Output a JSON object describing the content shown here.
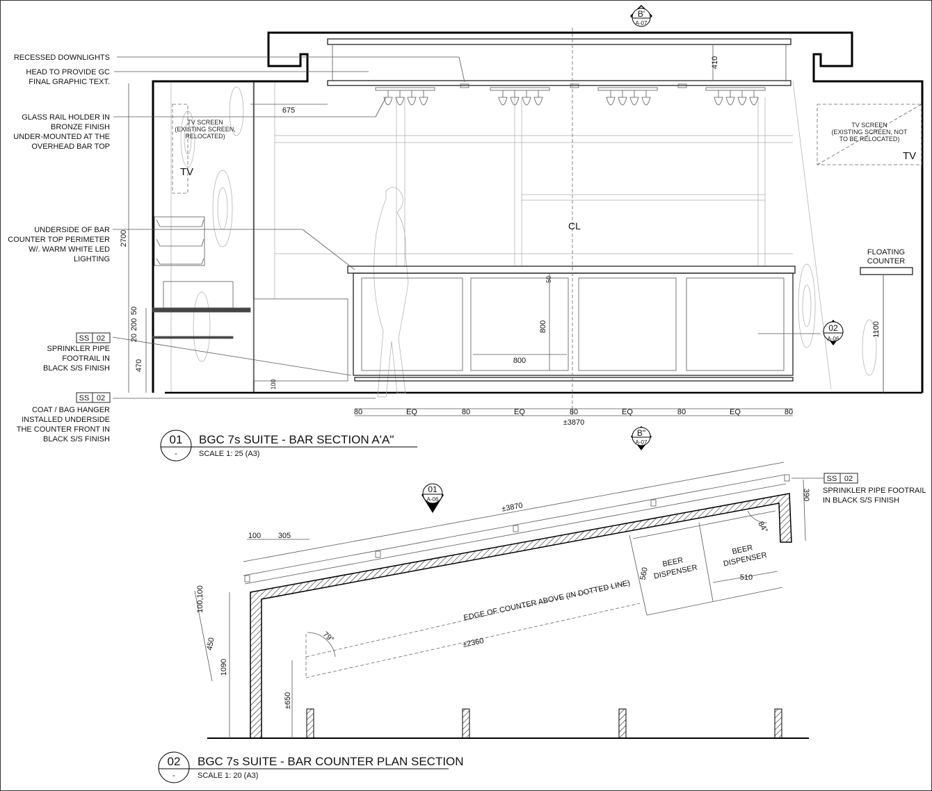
{
  "section_a": {
    "title_num": "01",
    "title_sub": "-",
    "title": "BGC 7s SUITE - BAR SECTION A'A\"",
    "scale": "SCALE 1: 25  (A3)",
    "notes": {
      "downlights": "RECESSED DOWNLIGHTS",
      "head_1": "HEAD TO PROVIDE GC",
      "head_2": "FINAL GRAPHIC TEXT.",
      "glass_1": "GLASS RAIL HOLDER IN",
      "glass_2": "BRONZE FINISH",
      "glass_3": "UNDER-MOUNTED AT THE",
      "glass_4": "OVERHEAD BAR TOP",
      "under_1": "UNDERSIDE OF BAR",
      "under_2": "COUNTER TOP PERIMETER",
      "under_3": "W/. WARM WHITE LED",
      "under_4": "LIGHTING",
      "sprinkler_1": "SPRINKLER PIPE",
      "sprinkler_2": "FOOTRAIL IN",
      "sprinkler_3": "BLACK S/S FINISH",
      "coat_1": "COAT / BAG HANGER",
      "coat_2": "INSTALLED UNDERSIDE",
      "coat_3": "THE COUNTER FRONT IN",
      "coat_4": "BLACK S/S FINISH",
      "tv_left_1": "TV SCREEN",
      "tv_left_2": "(EXISTING SCREEN,",
      "tv_left_3": "RELOCATED)",
      "tv_right_1": "TV SCREEN",
      "tv_right_2": "(EXISTING SCREEN, NOT",
      "tv_right_3": "TO BE RELOCATED)",
      "tv": "TV",
      "floating_1": "FLOATING",
      "floating_2": "COUNTER",
      "centerline": "CL"
    },
    "tags": {
      "ss": "SS",
      "num": "02"
    },
    "markers": {
      "b1": {
        "label": "B'",
        "ref": "A-07"
      },
      "b2": {
        "label": "B\"",
        "ref": "A-07"
      },
      "m02": {
        "label": "02",
        "ref": "A-06"
      }
    },
    "dims": {
      "d410": "410",
      "d675": "675",
      "d2700": "2700",
      "d50": "50",
      "d200": "200",
      "d20": "20",
      "d470": "470",
      "d100": "100",
      "d50b": "50",
      "d800v": "800",
      "d800h": "800",
      "d1100": "1100",
      "d80": "80",
      "eq": "EQ",
      "total": "±3870"
    }
  },
  "section_b": {
    "title_num": "02",
    "title_sub": "-",
    "title": "BGC 7s SUITE - BAR COUNTER PLAN SECTION",
    "scale": "SCALE 1: 20  (A3)",
    "notes": {
      "sprinkler_1": "SPRINKLER PIPE FOOTRAIL",
      "sprinkler_2": "IN BLACK S/S FINISH",
      "edge": "EDGE OF COUNTER ABOVE (IN DOTTED LINE)",
      "beer_1": "BEER",
      "beer_2": "DISPENSER"
    },
    "marker": {
      "label": "01",
      "ref": "A-06"
    },
    "dims": {
      "total": "±3870",
      "d100": "100",
      "d305": "305",
      "d390": "390",
      "a84": "84°",
      "d560": "560",
      "d510": "510",
      "d2360": "±2360",
      "a79": "79°",
      "d100100": "100,100",
      "d450": "450",
      "d1090": "1090",
      "d650": "±650"
    }
  }
}
